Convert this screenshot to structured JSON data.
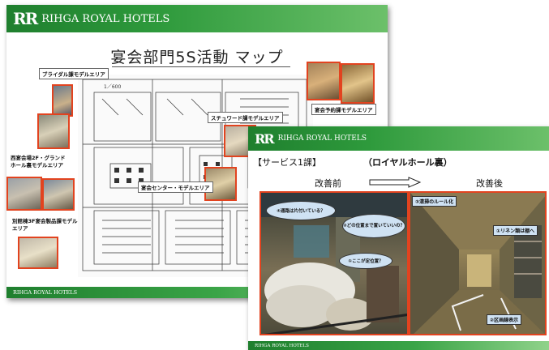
{
  "slide1": {
    "header_mark": "RR",
    "header_brand": "RIHGA ROYAL HOTELS",
    "title": "宴会部門5S活動 マップ",
    "scale": "1／600",
    "callouts": {
      "bridal": "ブライダル課モデルエリア",
      "banquet_sales": "宴会予約課モデルエリア",
      "steward": "スチュワード課モデルエリア",
      "grand_hall": "西宴会場2F・グランドホール裏モデルエリア",
      "hall_center": "宴会センター・モデルエリア",
      "annex": "別館棟3F宴会製品課モデルエリア"
    },
    "footer": "RIHGA ROYAL HOTELS"
  },
  "slide2": {
    "header_mark": "RR",
    "header_brand": "RIHGA ROYAL HOTELS",
    "section": "【サービス1課】",
    "location": "（ロイヤルホール裏）",
    "before_label": "改善前",
    "after_label": "改善後",
    "bubbles": {
      "b1": "④通路は片付いている？",
      "b2": "②どの位置まで置いていいの？",
      "b3": "①ここが定位置？"
    },
    "tags": {
      "t1": "③清掃のルール化",
      "t2": "①リネン類は棚へ",
      "t3": "②区画線表示"
    },
    "footer": "RIHGA ROYAL HOTELS"
  }
}
